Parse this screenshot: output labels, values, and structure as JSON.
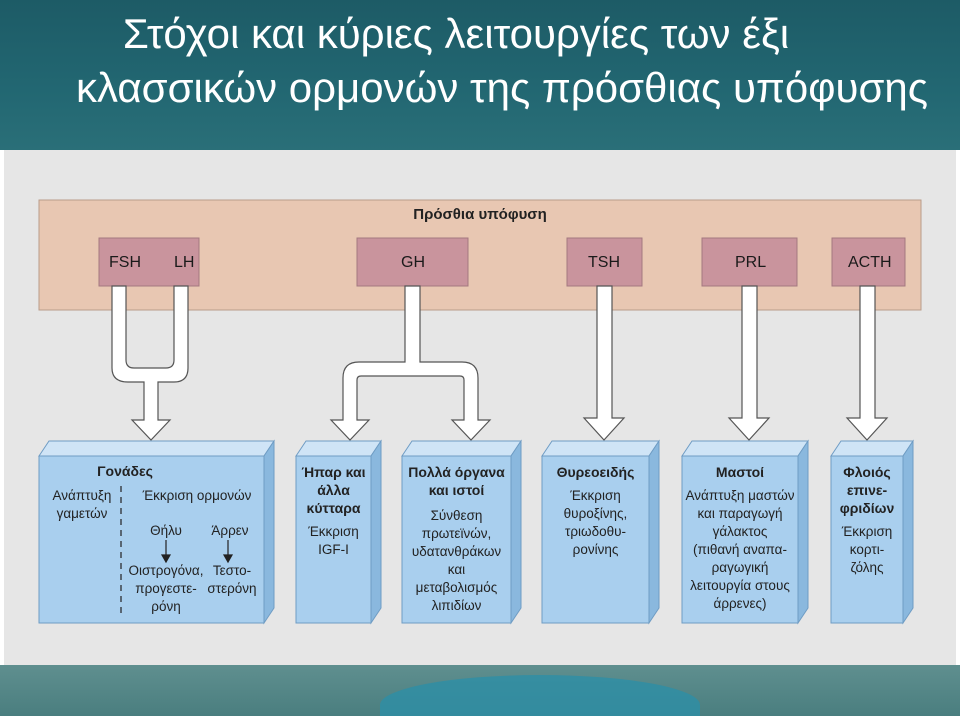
{
  "slide": {
    "title_line1": "Στόχοι και κύριες λειτουργίες των έξι",
    "title_line2": "κλασσικών ορμονών της πρόσθιας υπόφυσης"
  },
  "diagram": {
    "header_label": "Πρόσθια υπόφυση",
    "hormones": {
      "fsh": "FSH",
      "lh": "LH",
      "gh": "GH",
      "tsh": "TSH",
      "prl": "PRL",
      "acth": "ACTH"
    },
    "targets": {
      "gonads": {
        "title": "Γονάδες",
        "left_text": [
          "Ανάπτυξη",
          "γαμετών"
        ],
        "secretion_label": "Έκκριση ορμονών",
        "female_label": "Θήλυ",
        "male_label": "Άρρεν",
        "female_hormones": [
          "Οιστρογόνα,",
          "προγεστε-",
          "ρόνη"
        ],
        "male_hormones": [
          "Τεστο-",
          "στερόνη"
        ]
      },
      "liver": {
        "title": [
          "Ήπαρ και",
          "άλλα",
          "κύτταρα"
        ],
        "text": [
          "Έκκριση",
          "IGF-I"
        ]
      },
      "organs": {
        "title": [
          "Πολλά όργανα",
          "και ιστοί"
        ],
        "text": [
          "Σύνθεση",
          "πρωτεϊνών,",
          "υδατανθράκων",
          "και",
          "μεταβολισμός",
          "λιπιδίων"
        ]
      },
      "thyroid": {
        "title": "Θυρεοειδής",
        "text": [
          "Έκκριση",
          "θυροξίνης,",
          "τριωδοθυ-",
          "ρονίνης"
        ]
      },
      "breast": {
        "title": "Μαστοί",
        "text": [
          "Ανάπτυξη μαστών",
          "και παραγωγή",
          "γάλακτος",
          "(πιθανή αναπα-",
          "ραγωγική",
          "λειτουργία στους",
          "άρρενες)"
        ]
      },
      "adrenal": {
        "title": [
          "Φλοιός",
          "επινε-",
          "φριδίων"
        ],
        "text": [
          "Έκκριση",
          "κορτι-",
          "ζόλης"
        ]
      }
    },
    "colors": {
      "pituitary_band": "#e8c7b2",
      "hormone_box": "#c9949d",
      "target_box": "#a9cfee",
      "target_side": "#8ab8de",
      "arrow_fill": "#ffffff"
    }
  }
}
